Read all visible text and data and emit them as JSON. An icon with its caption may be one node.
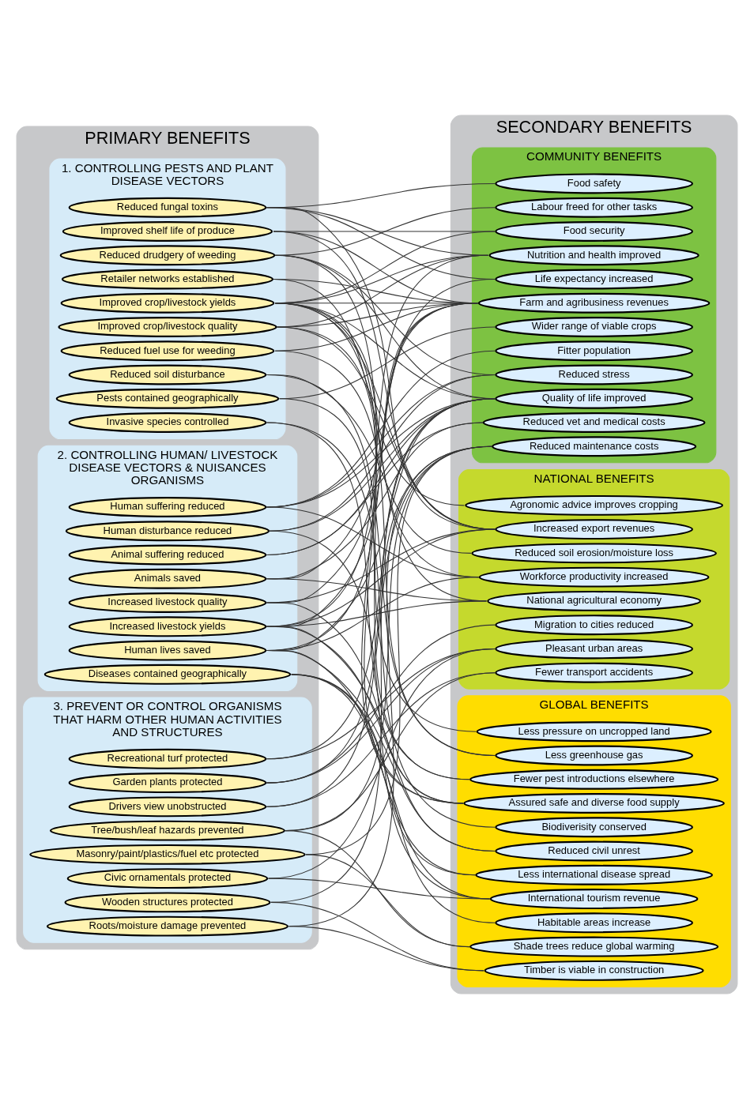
{
  "diagram": {
    "nodes": [
      {
        "text": [
          "PRIMARY BENEFITS"
        ]
      },
      {
        "text": [
          "1. CONTROLLING PESTS AND PLANT DISEASE VECTORS"
        ],
        "in": 0
      },
      {
        "text": [
          "Improved crop/livestock yields"
        ],
        "in": 1
      },
      {
        "text": [
          "Improved crop/livestock quality"
        ],
        "in": 1
      },
      {
        "text": [
          "Reduced fungal toxins"
        ],
        "in": 1
      },
      {
        "text": [
          "Improved shelf life of produce"
        ],
        "in": 1
      },
      {
        "text": [
          "Retailer networks established"
        ],
        "in": 1
      },
      {
        "text": [
          "Reduced drudgery of weeding"
        ],
        "in": 1
      },
      {
        "text": [
          "Reduced fuel use for weeding"
        ],
        "in": 1
      },
      {
        "text": [
          "Reduced soil disturbance"
        ],
        "in": 1
      },
      {
        "text": [
          "Pests contained geographically"
        ],
        "in": 1
      },
      {
        "text": [
          "Invasive species controlled"
        ],
        "in": 1
      },
      {
        "text": [
          "2. CONTROLLING HUMAN/ LIVESTOCK DISEASE VECTORS & NUISANCES ORGANISMS"
        ],
        "in": 0
      },
      {
        "text": [
          "Human lives saved"
        ],
        "in": 12
      },
      {
        "text": [
          "Human suffering reduced"
        ],
        "in": 12
      },
      {
        "text": [
          "Human disturbance reduced"
        ],
        "in": 12
      },
      {
        "text": [
          "Animals saved"
        ],
        "in": 12
      },
      {
        "text": [
          "Animal suffering reduced"
        ],
        "in": 12
      },
      {
        "text": [
          "Increased livestock yields"
        ],
        "in": 12
      },
      {
        "text": [
          "Increased livestock quality"
        ],
        "in": 12
      },
      {
        "text": [
          "Diseases contained geographically"
        ],
        "in": 12
      },
      {
        "text": [
          "3. PREVENT OR CONTROL ORGANISMS THAT HARM OTHER HUMAN ACTIVITIES AND STRUCTURES"
        ],
        "in": 0
      },
      {
        "text": [
          "Drivers view unobstructed"
        ],
        "in": 21
      },
      {
        "text": [
          "Tree/bush/leaf hazards prevented"
        ],
        "in": 21
      },
      {
        "text": [
          "Roots/moisture damage prevented"
        ],
        "in": 21
      },
      {
        "text": [
          "Recreational turf protected"
        ],
        "in": 21
      },
      {
        "text": [
          "Garden plants protected"
        ],
        "in": 21
      },
      {
        "text": [
          "Civic ornamentals protected"
        ],
        "in": 21
      },
      {
        "text": [
          "Wooden structures protected"
        ],
        "in": 21
      },
      {
        "text": [
          "Masonry/paint/plastics/fuel etc protected"
        ],
        "in": 21
      },
      {
        "text": [
          "SECONDARY BENEFITS"
        ]
      },
      {
        "text": [
          "COMMUNITY BENEFITS"
        ],
        "in": 30
      },
      {
        "text": [
          "Farm and agribusiness revenues"
        ],
        "in": 31
      },
      {
        "text": [
          "Nutrition and health improved"
        ],
        "in": 31
      },
      {
        "text": [
          "Food safety"
        ],
        "in": 31
      },
      {
        "text": [
          "Food security"
        ],
        "in": 31
      },
      {
        "text": [
          "Quality of life improved"
        ],
        "in": 31
      },
      {
        "text": [
          "Wider range of viable crops"
        ],
        "in": 31
      },
      {
        "text": [
          "Labour freed for other tasks"
        ],
        "in": 31
      },
      {
        "text": [
          "Life expectancy increased"
        ],
        "in": 31
      },
      {
        "text": [
          "Reduced vet and medical costs"
        ],
        "in": 31
      },
      {
        "text": [
          "Fitter population"
        ],
        "in": 31
      },
      {
        "text": [
          "Reduced stress"
        ],
        "in": 31
      },
      {
        "text": [
          "Reduced maintenance costs"
        ],
        "in": 31
      },
      {
        "text": [
          "NATIONAL BENEFITS"
        ],
        "in": 30
      },
      {
        "text": [
          "National agricultural economy"
        ],
        "in": 44
      },
      {
        "text": [
          "Increased export revenues"
        ],
        "in": 44
      },
      {
        "text": [
          "Workforce productivity increased"
        ],
        "in": 44
      },
      {
        "text": [
          "Agronomic advice improves cropping"
        ],
        "in": 44
      },
      {
        "text": [
          "Reduced soil erosion/moisture loss"
        ],
        "in": 44
      },
      {
        "text": [
          "Migration to cities reduced"
        ],
        "in": 44
      },
      {
        "text": [
          "Pleasant urban areas"
        ],
        "in": 44
      },
      {
        "text": [
          "Fewer transport accidents"
        ],
        "in": 44
      },
      {
        "text": [
          "GLOBAL BENEFITS"
        ],
        "in": 30
      },
      {
        "text": [
          "Assured safe and diverse food supply"
        ],
        "in": 53
      },
      {
        "text": [
          "Reduced civil unrest"
        ],
        "in": 53
      },
      {
        "text": [
          "Less pressure on uncropped land"
        ],
        "in": 53
      },
      {
        "text": [
          "Less greenhouse gas"
        ],
        "in": 53
      },
      {
        "text": [
          "Fewer pest introductions elsewhere"
        ],
        "in": 53
      },
      {
        "text": [
          "International tourism revenue"
        ],
        "in": 53
      },
      {
        "text": [
          "Habitable areas increase"
        ],
        "in": 53
      },
      {
        "text": [
          "Biodiverisity conserved"
        ],
        "in": 53
      },
      {
        "text": [
          "Less international disease spread"
        ],
        "in": 53
      },
      {
        "text": [
          "Shade trees reduce global warming"
        ],
        "in": 53
      },
      {
        "text": [
          "Timber is viable in construction"
        ],
        "in": 53
      }
    ],
    "edges": [
      {
        "from": 2,
        "to": 32,
        "arrow": "none"
      },
      {
        "from": 2,
        "to": 33,
        "arrow": "none"
      },
      {
        "from": 2,
        "to": 35,
        "arrow": "none"
      },
      {
        "from": 2,
        "to": 36,
        "arrow": "none"
      },
      {
        "from": 2,
        "to": 45,
        "arrow": "none"
      },
      {
        "from": 2,
        "to": 46,
        "arrow": "none"
      },
      {
        "from": 2,
        "to": 54,
        "arrow": "none"
      },
      {
        "from": 2,
        "to": 56,
        "arrow": "none"
      },
      {
        "from": 3,
        "to": 32,
        "arrow": "none"
      },
      {
        "from": 3,
        "to": 33,
        "arrow": "none"
      },
      {
        "from": 3,
        "to": 46,
        "arrow": "none"
      },
      {
        "from": 3,
        "to": 54,
        "arrow": "none"
      },
      {
        "from": 4,
        "to": 34,
        "arrow": "none"
      },
      {
        "from": 4,
        "to": 33,
        "arrow": "none"
      },
      {
        "from": 4,
        "to": 39,
        "arrow": "none"
      },
      {
        "from": 4,
        "to": 46,
        "arrow": "none"
      },
      {
        "from": 5,
        "to": 32,
        "arrow": "none"
      },
      {
        "from": 5,
        "to": 35,
        "arrow": "none"
      },
      {
        "from": 5,
        "to": 46,
        "arrow": "none"
      },
      {
        "from": 6,
        "to": 32,
        "arrow": "none"
      },
      {
        "from": 6,
        "to": 48,
        "arrow": "none"
      },
      {
        "from": 7,
        "to": 38,
        "arrow": "none"
      },
      {
        "from": 7,
        "to": 36,
        "arrow": "none"
      },
      {
        "from": 7,
        "to": 42,
        "arrow": "none"
      },
      {
        "from": 7,
        "to": 47,
        "arrow": "none"
      },
      {
        "from": 8,
        "to": 57,
        "arrow": "none"
      },
      {
        "from": 8,
        "to": 32,
        "arrow": "none"
      },
      {
        "from": 9,
        "to": 49,
        "arrow": "none"
      },
      {
        "from": 9,
        "to": 57,
        "arrow": "none"
      },
      {
        "from": 10,
        "to": 58,
        "arrow": "none"
      },
      {
        "from": 10,
        "to": 37,
        "arrow": "none"
      },
      {
        "from": 11,
        "to": 61,
        "arrow": "none"
      },
      {
        "from": 11,
        "to": 58,
        "arrow": "none"
      },
      {
        "from": 13,
        "to": 39,
        "arrow": "none"
      },
      {
        "from": 13,
        "to": 36,
        "arrow": "none"
      },
      {
        "from": 13,
        "to": 47,
        "arrow": "none"
      },
      {
        "from": 13,
        "to": 55,
        "arrow": "none"
      },
      {
        "from": 13,
        "to": 62,
        "arrow": "none"
      },
      {
        "from": 14,
        "to": 36,
        "arrow": "none"
      },
      {
        "from": 14,
        "to": 41,
        "arrow": "none"
      },
      {
        "from": 14,
        "to": 42,
        "arrow": "none"
      },
      {
        "from": 14,
        "to": 47,
        "arrow": "none"
      },
      {
        "from": 15,
        "to": 36,
        "arrow": "none"
      },
      {
        "from": 15,
        "to": 42,
        "arrow": "none"
      },
      {
        "from": 15,
        "to": 59,
        "arrow": "none"
      },
      {
        "from": 16,
        "to": 32,
        "arrow": "none"
      },
      {
        "from": 16,
        "to": 45,
        "arrow": "none"
      },
      {
        "from": 16,
        "to": 40,
        "arrow": "none"
      },
      {
        "from": 17,
        "to": 40,
        "arrow": "none"
      },
      {
        "from": 17,
        "to": 36,
        "arrow": "none"
      },
      {
        "from": 18,
        "to": 32,
        "arrow": "none"
      },
      {
        "from": 18,
        "to": 33,
        "arrow": "none"
      },
      {
        "from": 18,
        "to": 45,
        "arrow": "none"
      },
      {
        "from": 18,
        "to": 46,
        "arrow": "none"
      },
      {
        "from": 18,
        "to": 54,
        "arrow": "none"
      },
      {
        "from": 18,
        "to": 55,
        "arrow": "none"
      },
      {
        "from": 19,
        "to": 32,
        "arrow": "none"
      },
      {
        "from": 19,
        "to": 46,
        "arrow": "none"
      },
      {
        "from": 19,
        "to": 54,
        "arrow": "none"
      },
      {
        "from": 20,
        "to": 62,
        "arrow": "none"
      },
      {
        "from": 20,
        "to": 59,
        "arrow": "none"
      },
      {
        "from": 20,
        "to": 60,
        "arrow": "none"
      },
      {
        "from": 22,
        "to": 52,
        "arrow": "none"
      },
      {
        "from": 22,
        "to": 43,
        "arrow": "none"
      },
      {
        "from": 23,
        "to": 43,
        "arrow": "none"
      },
      {
        "from": 23,
        "to": 52,
        "arrow": "none"
      },
      {
        "from": 23,
        "to": 63,
        "arrow": "none"
      },
      {
        "from": 24,
        "to": 43,
        "arrow": "none"
      },
      {
        "from": 24,
        "to": 64,
        "arrow": "none"
      },
      {
        "from": 25,
        "to": 36,
        "arrow": "none"
      },
      {
        "from": 25,
        "to": 51,
        "arrow": "none"
      },
      {
        "from": 26,
        "to": 36,
        "arrow": "none"
      },
      {
        "from": 26,
        "to": 51,
        "arrow": "none"
      },
      {
        "from": 26,
        "to": 50,
        "arrow": "none"
      },
      {
        "from": 27,
        "to": 51,
        "arrow": "none"
      },
      {
        "from": 27,
        "to": 59,
        "arrow": "none"
      },
      {
        "from": 28,
        "to": 43,
        "arrow": "none"
      },
      {
        "from": 28,
        "to": 64,
        "arrow": "none"
      },
      {
        "from": 29,
        "to": 43,
        "arrow": "none"
      },
      {
        "from": 29,
        "to": 63,
        "arrow": "none"
      }
    ]
  }
}
